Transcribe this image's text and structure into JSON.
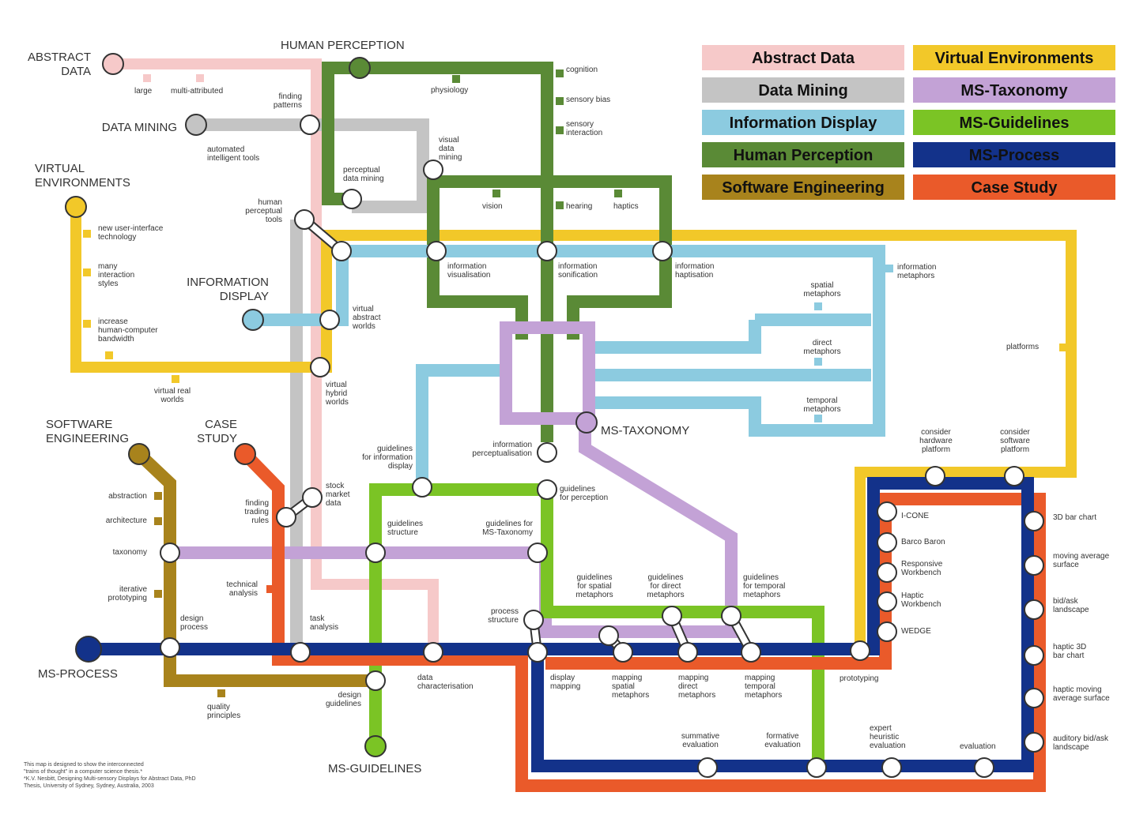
{
  "legend": [
    {
      "label": "Abstract Data",
      "color": "#f6c9c9"
    },
    {
      "label": "Virtual Environments",
      "color": "#f2c829"
    },
    {
      "label": "Data Mining",
      "color": "#c4c4c4"
    },
    {
      "label": "MS-Taxonomy",
      "color": "#c3a2d6"
    },
    {
      "label": "Information Display",
      "color": "#8ccbe0"
    },
    {
      "label": "MS-Guidelines",
      "color": "#7bc425"
    },
    {
      "label": "Human Perception",
      "color": "#5a8a36"
    },
    {
      "label": "MS-Process",
      "color": "#13328a"
    },
    {
      "label": "Software Engineering",
      "color": "#a8831c"
    },
    {
      "label": "Case Study",
      "color": "#ea5a2a"
    }
  ],
  "terminals": {
    "abstract_data": [
      "ABSTRACT",
      "DATA"
    ],
    "human_perception": "HUMAN  PERCEPTION",
    "data_mining": "DATA MINING",
    "virtual_environments": [
      "VIRTUAL",
      "ENVIRONMENTS"
    ],
    "information_display": [
      "INFORMATION",
      "DISPLAY"
    ],
    "software_engineering": [
      "SOFTWARE",
      "ENGINEERING"
    ],
    "case_study": [
      "CASE",
      "STUDY"
    ],
    "ms_taxonomy": "MS-TAXONOMY",
    "ms_process": "MS-PROCESS",
    "ms_guidelines": "MS-GUIDELINES"
  },
  "stations": {
    "large": "large",
    "multi_attributed": "multi-attributed",
    "finding_patterns": [
      "finding",
      "patterns"
    ],
    "physiology": "physiology",
    "cognition": "cognition",
    "sensory_bias": "sensory bias",
    "sensory_interaction": [
      "sensory",
      "interaction"
    ],
    "automated_tools": [
      "automated",
      "intelligent tools"
    ],
    "visual_data_mining": [
      "visual",
      "data",
      "mining"
    ],
    "perceptual_data_mining": [
      "perceptual",
      "data mining"
    ],
    "human_perceptual_tools": [
      "human",
      "perceptual",
      "tools"
    ],
    "vision": "vision",
    "hearing": "hearing",
    "haptics": "haptics",
    "new_ui_tech": [
      "new user-interface",
      "technology"
    ],
    "many_styles": [
      "many",
      "interaction",
      "styles"
    ],
    "increase_bandwidth": [
      "increase",
      "human-computer",
      "bandwidth"
    ],
    "virtual_real_worlds": [
      "virtual real",
      "worlds"
    ],
    "virtual_abstract_worlds": [
      "virtual",
      "abstract",
      "worlds"
    ],
    "virtual_hybrid_worlds": [
      "virtual",
      "hybrid",
      "worlds"
    ],
    "info_visualisation": [
      "information",
      "visualisation"
    ],
    "info_sonification": [
      "information",
      "sonification"
    ],
    "info_haptisation": [
      "information",
      "haptisation"
    ],
    "info_metaphors": [
      "information",
      "metaphors"
    ],
    "spatial_metaphors": [
      "spatial",
      "metaphors"
    ],
    "direct_metaphors": [
      "direct",
      "metaphors"
    ],
    "temporal_metaphors": [
      "temporal",
      "metaphors"
    ],
    "platforms": "platforms",
    "info_perceptualisation": [
      "information",
      "perceptualisation"
    ],
    "guidelines_info_display": [
      "guidelines",
      "for information",
      "display"
    ],
    "guidelines_perception": [
      "guidelines",
      "for perception"
    ],
    "consider_hardware": [
      "consider",
      "hardware",
      "platform"
    ],
    "consider_software": [
      "consider",
      "software",
      "platform"
    ],
    "abstraction": "abstraction",
    "architecture": "architecture",
    "taxonomy": "taxonomy",
    "iterative_prototyping": [
      "iterative",
      "prototyping"
    ],
    "stock_market": [
      "stock",
      "market",
      "data"
    ],
    "finding_trading_rules": [
      "finding",
      "trading",
      "rules"
    ],
    "technical_analysis": [
      "technical",
      "analysis"
    ],
    "guidelines_structure": [
      "guidelines",
      "structure"
    ],
    "guidelines_ms_taxonomy": [
      "guidelines for",
      "MS-Taxonomy"
    ],
    "guidelines_spatial": [
      "guidelines",
      "for spatial",
      "metaphors"
    ],
    "guidelines_direct": [
      "guidelines",
      "for direct",
      "metaphors"
    ],
    "guidelines_temporal": [
      "guidelines",
      "for temporal",
      "metaphors"
    ],
    "process_structure": [
      "process",
      "structure"
    ],
    "design_process": [
      "design",
      "process"
    ],
    "task_analysis": [
      "task",
      "analysis"
    ],
    "i_cone": "I-CONE",
    "barco_baron": "Barco Baron",
    "responsive_workbench": [
      "Responsive",
      "Workbench"
    ],
    "haptic_workbench": [
      "Haptic",
      "Workbench"
    ],
    "wedge": "WEDGE",
    "bar_chart_3d": "3D bar chart",
    "moving_avg_surface": [
      "moving average",
      "surface"
    ],
    "bidask_landscape": [
      "bid/ask",
      "landscape"
    ],
    "haptic_3d_bar": [
      "haptic 3D",
      "bar chart"
    ],
    "haptic_moving_avg": [
      "haptic moving",
      "average surface"
    ],
    "auditory_bidask": [
      "auditory bid/ask",
      "landscape"
    ],
    "data_characterisation": [
      "data",
      "characterisation"
    ],
    "display_mapping": [
      "display",
      "mapping"
    ],
    "mapping_spatial": [
      "mapping",
      "spatial",
      "metaphors"
    ],
    "mapping_direct": [
      "mapping",
      "direct",
      "metaphors"
    ],
    "mapping_temporal": [
      "mapping",
      "temporal",
      "metaphors"
    ],
    "prototyping": "prototyping",
    "quality_principles": [
      "quality",
      "principles"
    ],
    "design_guidelines": [
      "design",
      "guidelines"
    ],
    "summative_evaluation": [
      "summative",
      "evaluation"
    ],
    "formative_evaluation": [
      "formative",
      "evaluation"
    ],
    "expert_heuristic": [
      "expert",
      "heuristic",
      "evaluation"
    ],
    "evaluation": "evaluation"
  },
  "footnote": [
    "This map is designed to show the interconnected",
    "\"trains of thought\" in a computer science thesis.*",
    "*K.V. Nesbitt, Designing Multi-sensory Displays for Abstract Data, PhD",
    "Thesis, University of Sydney, Sydney, Australia, 2003"
  ]
}
